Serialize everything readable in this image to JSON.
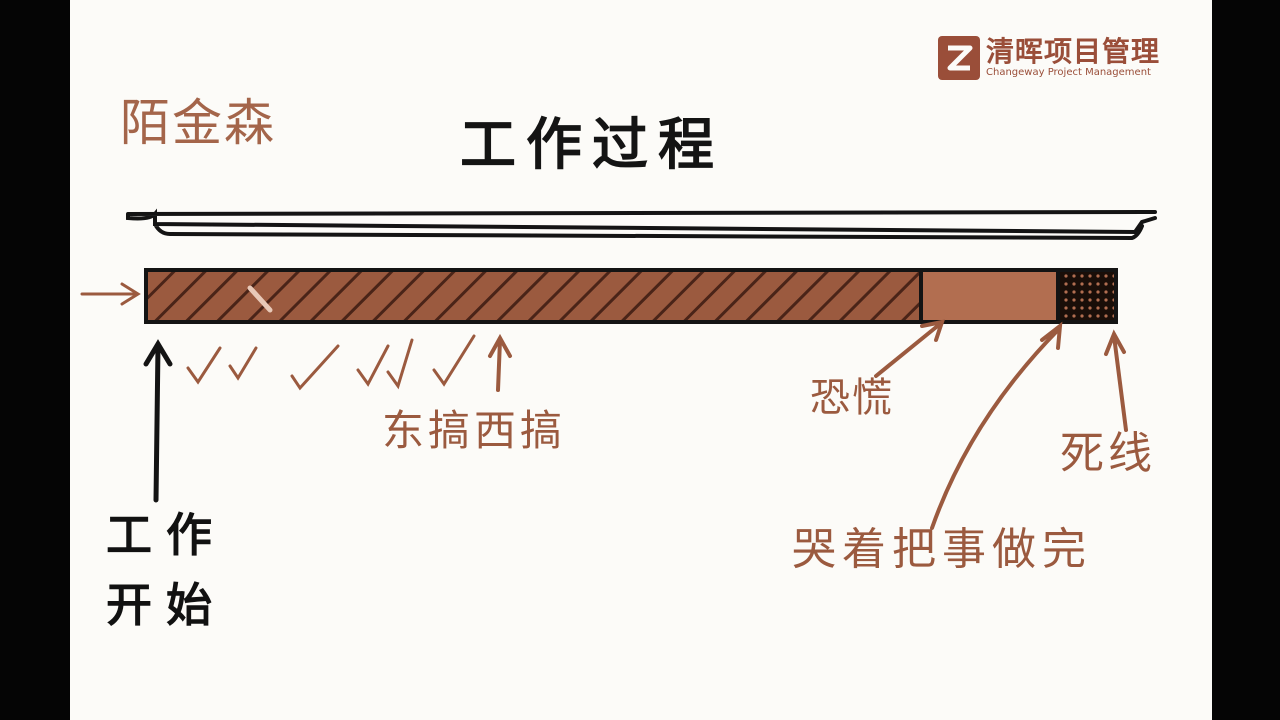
{
  "title": "工作过程",
  "signature": "陌金森",
  "logo": {
    "name": "清晖项目管理",
    "tagline": "Changeway Project Management"
  },
  "labels": {
    "procrastinate": "东搞西搞",
    "panic": "恐慌",
    "deadline": "死线",
    "finish_crying": "哭着把事做完",
    "work_start_line1": "工作",
    "work_start_line2": "开始"
  },
  "colors": {
    "bar_brown": "#9b5a3f",
    "panic_fill": "#b26e50",
    "ink": "#141414",
    "background": "#fcfbf8"
  },
  "checkmark_count": 6
}
